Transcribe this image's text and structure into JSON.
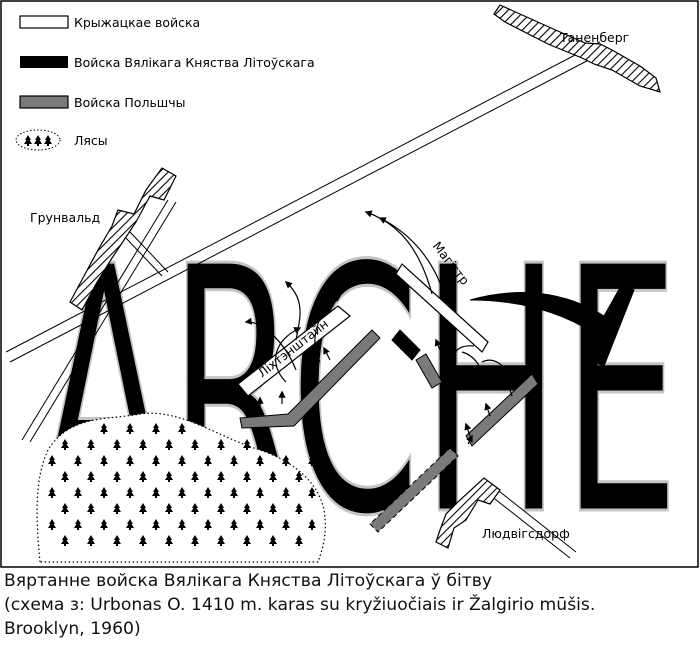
{
  "legend": {
    "teutonic": "Крыжацкае войска",
    "lithuania": "Войска Вялікага Княства Літоўскага",
    "poland": "Войска Польшчы",
    "forests": "Лясы"
  },
  "places": {
    "tannenberg": "Таненберг",
    "grunwald": "Грунвальд",
    "ludwigsdorf": "Людвігсдорф"
  },
  "units": {
    "master": "Магістр",
    "lichtenstein": "Ліхтэнштайн"
  },
  "watermark": "ARCHE",
  "colors": {
    "teutonic": "#ffffff",
    "lithuania": "#000000",
    "poland": "#7a7a7a",
    "watermark": "#c8c8c8"
  },
  "caption": {
    "line1": "Вяртанне войска Вялікага Княства Літоўскага ў бітву",
    "line2": "(схема з: Urbonas O. 1410 m. karas su kryžiuočiais ir Žalgirio mūšis.",
    "line3": "Brooklyn, 1960)"
  }
}
